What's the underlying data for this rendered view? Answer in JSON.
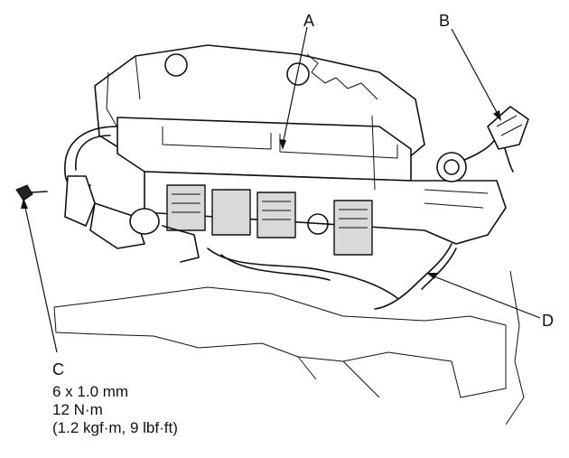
{
  "callouts": {
    "a": "A",
    "b": "B",
    "c": "C",
    "d": "D"
  },
  "spec": {
    "line1": "6 x 1.0 mm",
    "line2": "12 N·m",
    "line3": "(1.2 kgf·m, 9 lbf·ft)"
  }
}
